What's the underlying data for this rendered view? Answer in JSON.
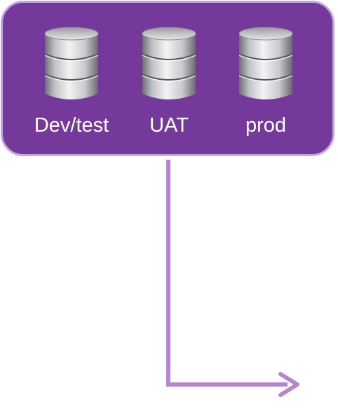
{
  "colors": {
    "panel_fill": "#74399b",
    "panel_border": "#c3a6dc",
    "connector": "#b586cf",
    "label_text": "#ffffff"
  },
  "environments": [
    {
      "label": "Dev/test",
      "icon": "database-icon"
    },
    {
      "label": "UAT",
      "icon": "database-icon"
    },
    {
      "label": "prod",
      "icon": "database-icon"
    }
  ],
  "connector": {
    "style": "elbow arrow",
    "direction": "down-then-right"
  }
}
